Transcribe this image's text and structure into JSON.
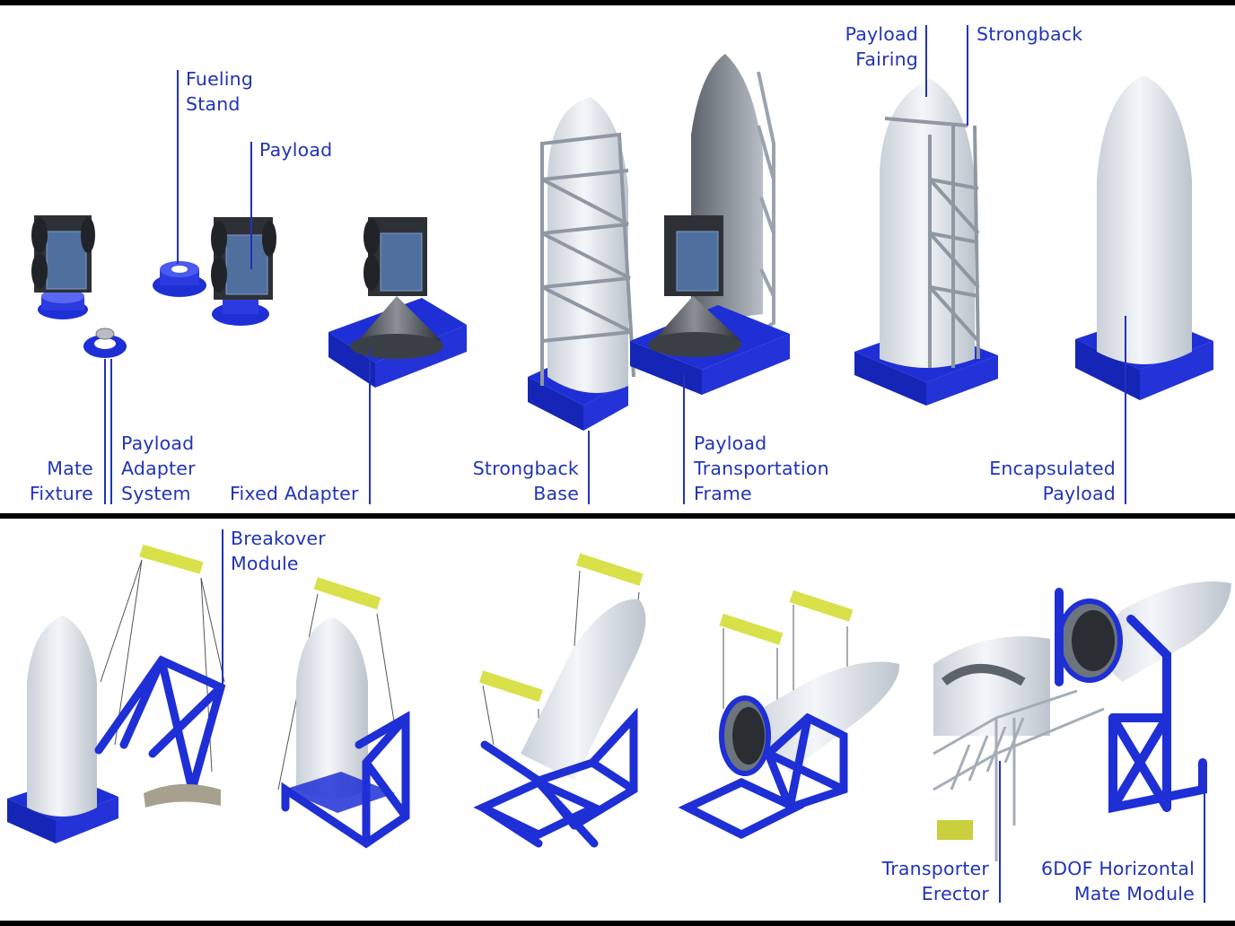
{
  "colors": {
    "label_blue": "#2233b8",
    "frame_blue": "#1f2fd6",
    "fairing_white": "#e9edf2",
    "strongback_grey": "#9aa3ad",
    "solar_panel_blue": "#4f6f9e",
    "spreader_yellow": "#d8e04a",
    "border_black": "#000000"
  },
  "top_panel": {
    "fueling_stand": "Fueling\nStand",
    "payload": "Payload",
    "mate_fixture": "Mate\nFixture",
    "payload_adapter_system": "Payload\nAdapter\nSystem",
    "fixed_adapter": "Fixed Adapter",
    "strongback_base": "Strongback\nBase",
    "payload_transportation_frame": "Payload\nTransportation\nFrame",
    "payload_fairing": "Payload\nFairing",
    "strongback": "Strongback",
    "encapsulated_payload": "Encapsulated\nPayload"
  },
  "bottom_panel": {
    "breakover_module": "Breakover\nModule",
    "transporter_erector": "Transporter\nErector",
    "mate_module_6dof": "6DOF Horizontal\nMate Module"
  }
}
